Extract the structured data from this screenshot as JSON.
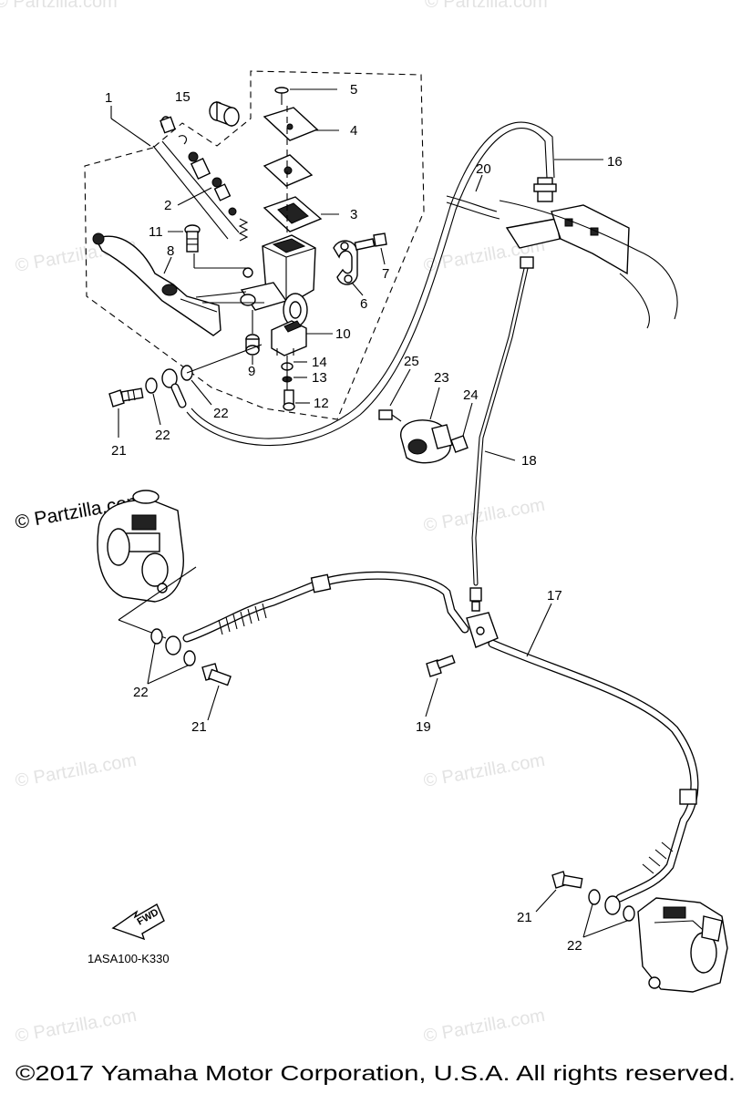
{
  "diagram": {
    "callouts": [
      {
        "label": "1"
      },
      {
        "label": "2"
      },
      {
        "label": "3"
      },
      {
        "label": "4"
      },
      {
        "label": "5"
      },
      {
        "label": "6"
      },
      {
        "label": "7"
      },
      {
        "label": "8"
      },
      {
        "label": "9"
      },
      {
        "label": "10"
      },
      {
        "label": "11"
      },
      {
        "label": "12"
      },
      {
        "label": "13"
      },
      {
        "label": "14"
      },
      {
        "label": "15"
      },
      {
        "label": "16"
      },
      {
        "label": "17"
      },
      {
        "label": "18"
      },
      {
        "label": "19"
      },
      {
        "label": "20"
      },
      {
        "label": "21"
      },
      {
        "label": "21"
      },
      {
        "label": "21"
      },
      {
        "label": "22"
      },
      {
        "label": "22"
      },
      {
        "label": "22"
      },
      {
        "label": "22"
      },
      {
        "label": "23"
      },
      {
        "label": "24"
      },
      {
        "label": "25"
      }
    ],
    "watermark": "© Partzilla.com",
    "fwd_label": "FWD",
    "diagram_code": "1ASA100-K330",
    "footer": "©2017  Yamaha Motor Corporation, U.S.A. All rights reserved."
  }
}
